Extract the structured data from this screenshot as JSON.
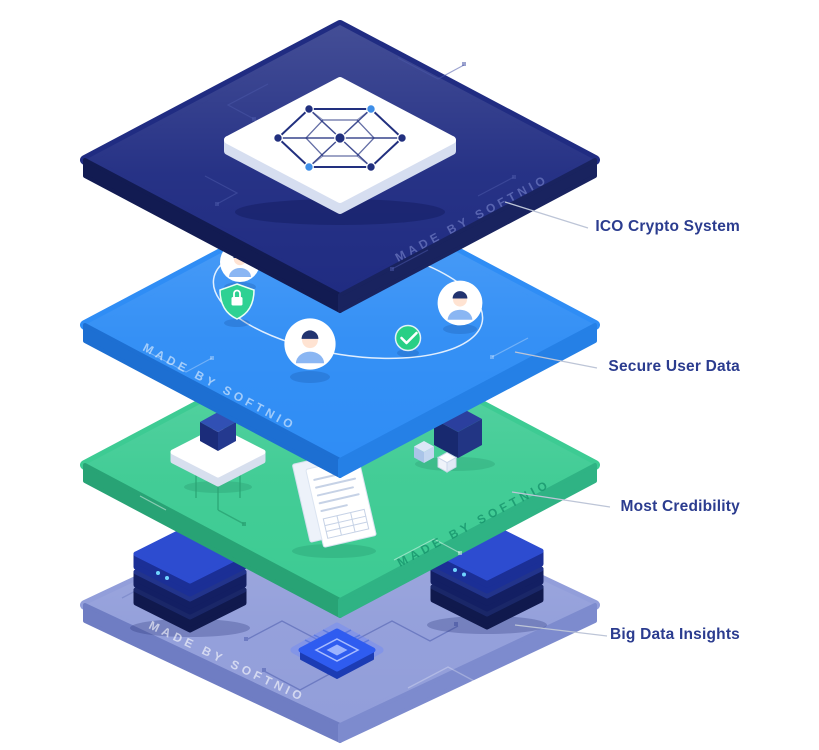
{
  "diagram": {
    "watermark": "MADE BY SOFTNIO",
    "label_color": "#2b3c8f",
    "connector_color": "#bdc5d7",
    "layers": [
      {
        "id": "ico-crypto-system",
        "label": "ICO Crypto System",
        "colors": {
          "top": "#202c82",
          "side_left": "#121b52",
          "side_right": "#19235f"
        }
      },
      {
        "id": "secure-user-data",
        "label": "Secure User Data",
        "colors": {
          "top": "#2f8df5",
          "side_left": "#1d6fd2",
          "side_right": "#2580e6"
        }
      },
      {
        "id": "most-credibility",
        "label": "Most Credibility",
        "colors": {
          "top": "#3dcb93",
          "side_left": "#28a375",
          "side_right": "#2fb384"
        }
      },
      {
        "id": "big-data-insights",
        "label": "Big Data Insights",
        "colors": {
          "top": "#929eda",
          "side_left": "#6f7dc3",
          "side_right": "#7d8bce"
        }
      }
    ],
    "icons": {
      "layer_1": [
        "network-icon"
      ],
      "layer_2": [
        "user-avatar-icon",
        "shield-lock-icon",
        "check-icon"
      ],
      "layer_3": [
        "cube-icon",
        "documents-icon"
      ],
      "layer_4": [
        "server-stack-icon",
        "cpu-chip-icon"
      ]
    }
  }
}
